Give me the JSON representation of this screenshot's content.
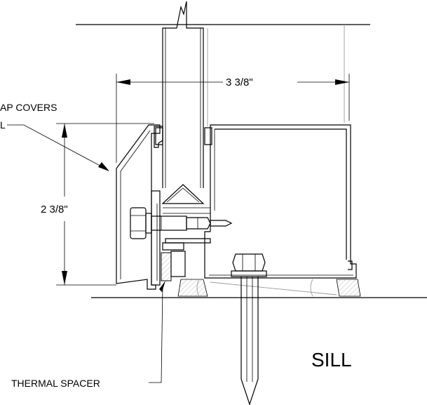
{
  "labels": {
    "cap_covers": "AP COVERS",
    "cap_covers_line2": "L",
    "thermal_spacer": "THERMAL SPACER",
    "width_dimension": "3 3/8\"",
    "height_dimension": "2 3/8\"",
    "section_title": "SILL"
  }
}
